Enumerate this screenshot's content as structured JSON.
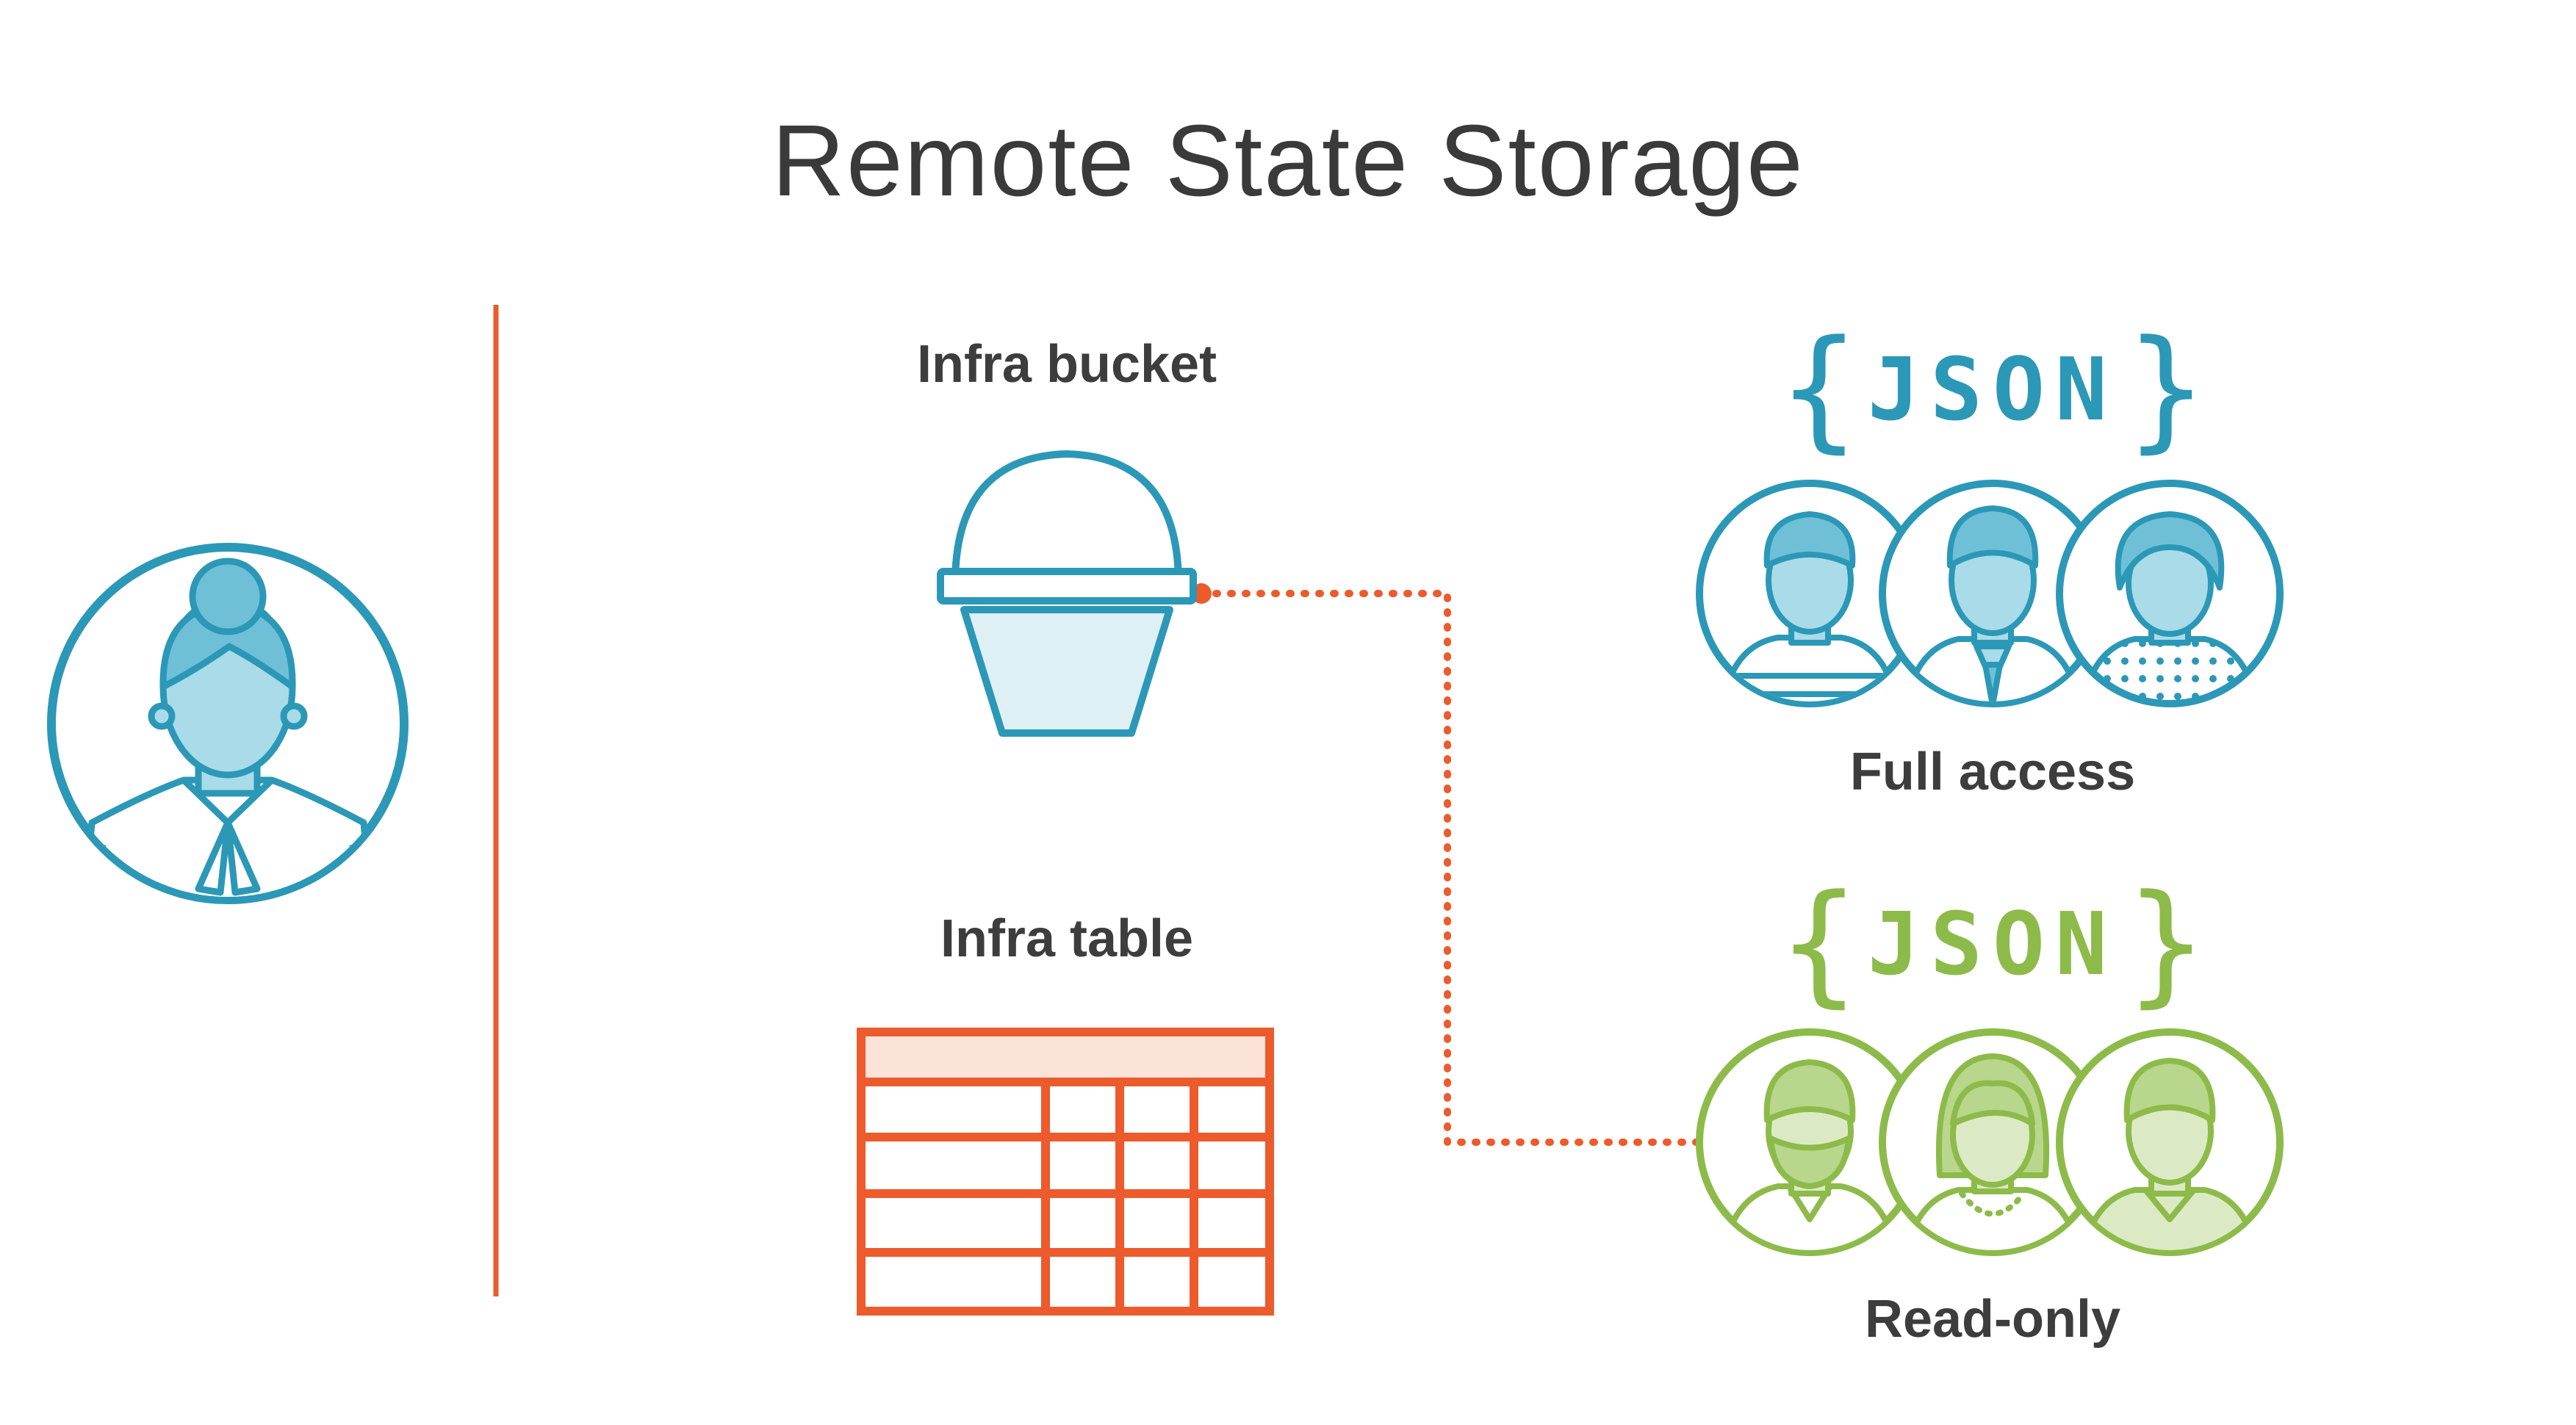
{
  "title": "Remote State Storage",
  "bucket": {
    "label": "Infra bucket",
    "icon": "bucket-icon"
  },
  "table": {
    "label": "Infra table",
    "icon": "table-icon"
  },
  "groups": [
    {
      "id": "full",
      "label": "Full access",
      "badge_open": "{",
      "badge_word": "JSON",
      "badge_close": "}",
      "color": "#2c98b7",
      "icon": "team-icon"
    },
    {
      "id": "read",
      "label": "Read-only",
      "badge_open": "{",
      "badge_word": "JSON",
      "badge_close": "}",
      "color": "#8dbb4a",
      "icon": "team-icon"
    }
  ],
  "admin": {
    "icon": "admin-avatar-icon"
  },
  "colors": {
    "accent_orange": "#ed5a2b",
    "blue": "#2c98b7",
    "blue_fill": "#a9dbe8",
    "green": "#8dbb4a",
    "green_fill": "#dbeac4"
  }
}
